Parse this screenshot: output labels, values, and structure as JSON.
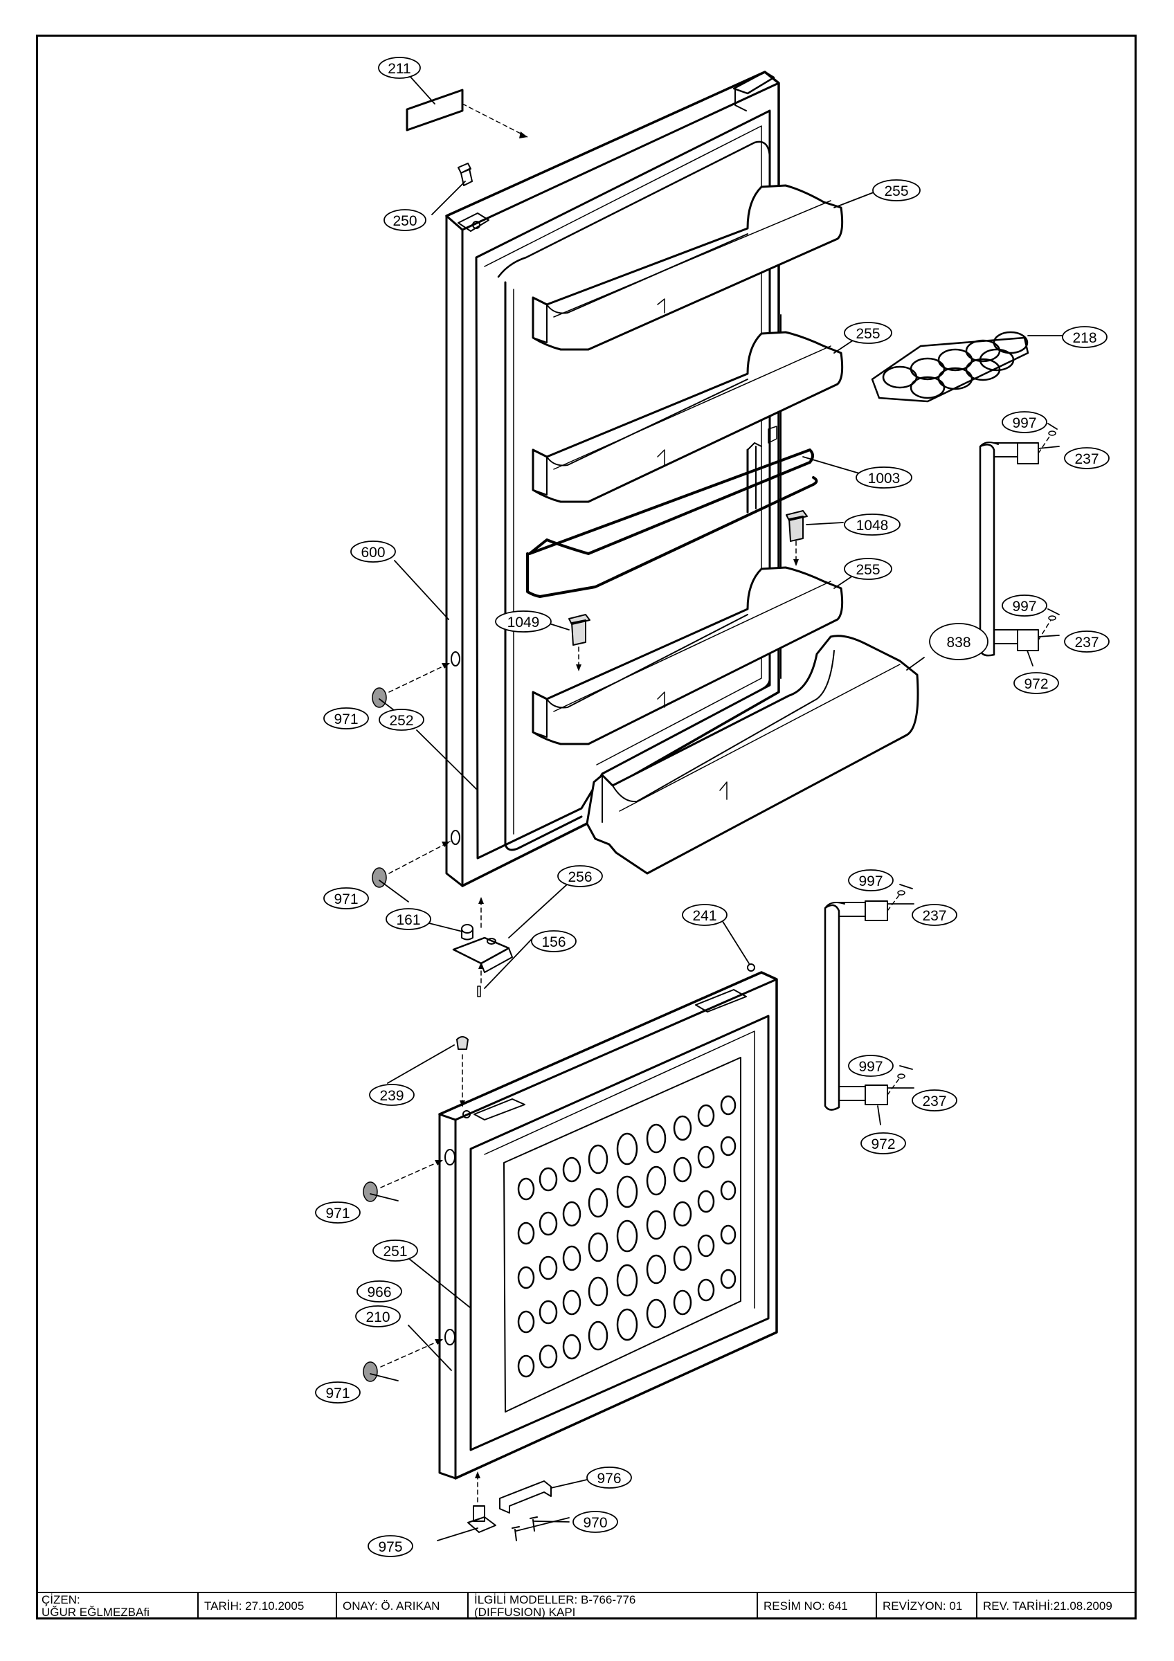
{
  "callouts": [
    {
      "id": "c211",
      "label": "211"
    },
    {
      "id": "c250",
      "label": "250"
    },
    {
      "id": "c255a",
      "label": "255"
    },
    {
      "id": "c255b",
      "label": "255"
    },
    {
      "id": "c218",
      "label": "218"
    },
    {
      "id": "c997a",
      "label": "997"
    },
    {
      "id": "c237a",
      "label": "237"
    },
    {
      "id": "c1003",
      "label": "1003"
    },
    {
      "id": "c1048",
      "label": "1048"
    },
    {
      "id": "c600",
      "label": "600"
    },
    {
      "id": "c255c",
      "label": "255"
    },
    {
      "id": "c1049",
      "label": "1049"
    },
    {
      "id": "c997b",
      "label": "997"
    },
    {
      "id": "c237b",
      "label": "237"
    },
    {
      "id": "c838",
      "label": "838"
    },
    {
      "id": "c972a",
      "label": "972"
    },
    {
      "id": "c971a",
      "label": "971"
    },
    {
      "id": "c252",
      "label": "252"
    },
    {
      "id": "c971b",
      "label": "971"
    },
    {
      "id": "c256",
      "label": "256"
    },
    {
      "id": "c161",
      "label": "161"
    },
    {
      "id": "c156",
      "label": "156"
    },
    {
      "id": "c241",
      "label": "241"
    },
    {
      "id": "c997c",
      "label": "997"
    },
    {
      "id": "c237c",
      "label": "237"
    },
    {
      "id": "c239",
      "label": "239"
    },
    {
      "id": "c997d",
      "label": "997"
    },
    {
      "id": "c237d",
      "label": "237"
    },
    {
      "id": "c972b",
      "label": "972"
    },
    {
      "id": "c971c",
      "label": "971"
    },
    {
      "id": "c251",
      "label": "251"
    },
    {
      "id": "c966",
      "label": "966"
    },
    {
      "id": "c210",
      "label": "210"
    },
    {
      "id": "c971d",
      "label": "971"
    },
    {
      "id": "c976",
      "label": "976"
    },
    {
      "id": "c970",
      "label": "970"
    },
    {
      "id": "c975",
      "label": "975"
    }
  ],
  "title_block": {
    "drawn_by_label": "ÇİZEN:",
    "drawn_by_name": "UĞUR EĞLMEZBAfi",
    "date": "TARİH: 27.10.2005",
    "approved": "ONAY:  Ö. ARIKAN",
    "models_line1": "İLGİLİ MODELLER: B-766-776",
    "models_line2": "(DIFFUSION) KAPI",
    "drawing_no": "RESİM NO: 641",
    "revision": "REVİZYON: 01",
    "revision_date": "REV. TARİHİ:21.08.2009"
  }
}
